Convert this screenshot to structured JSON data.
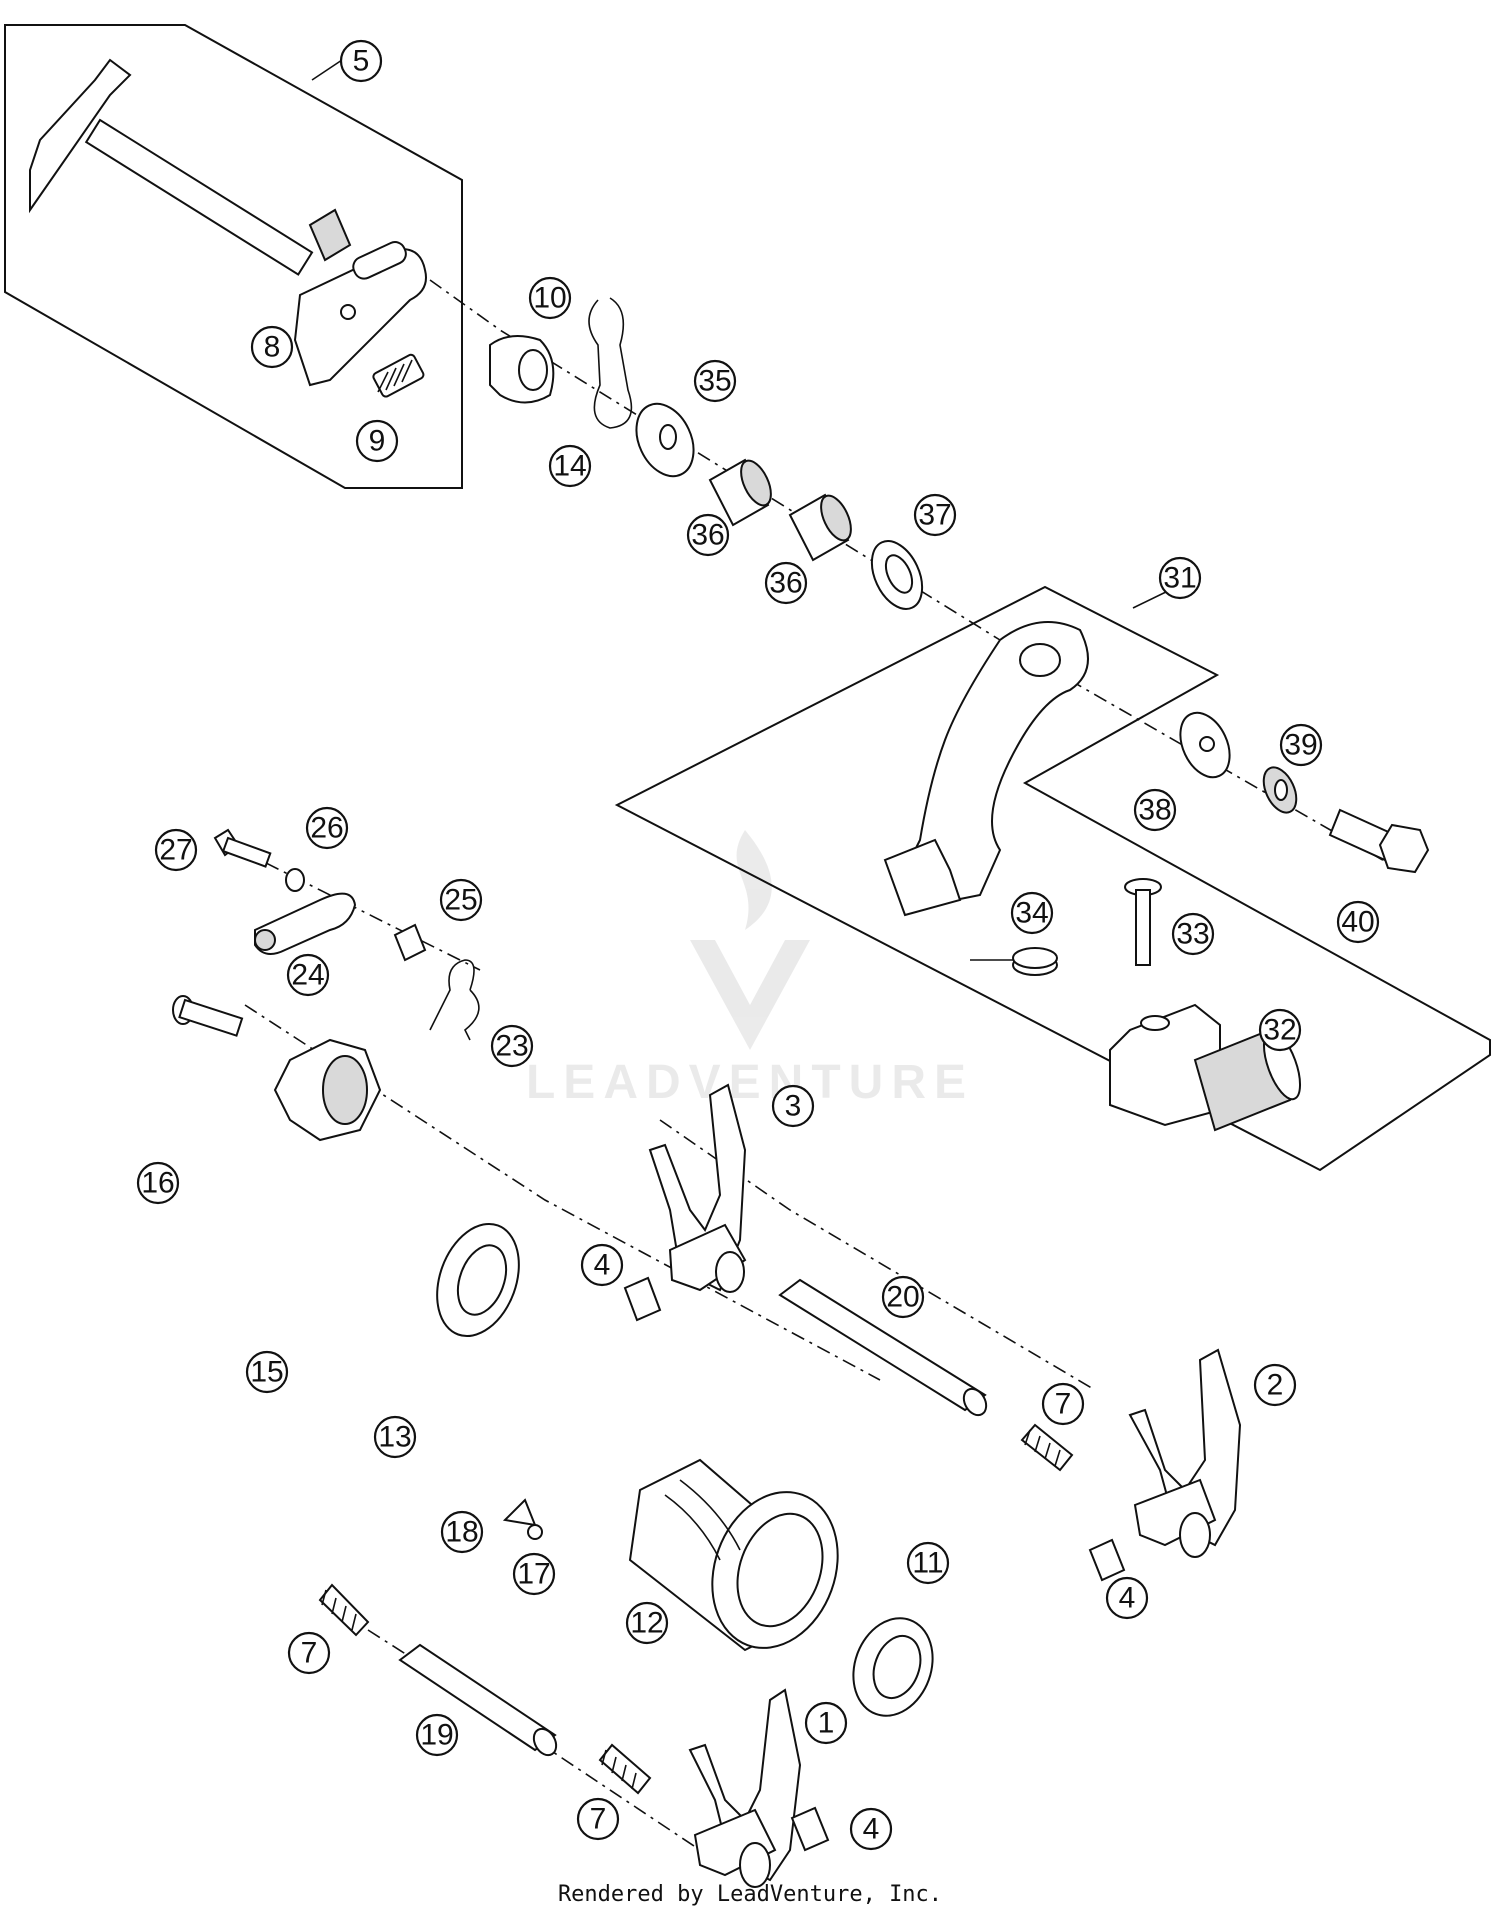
{
  "watermark": {
    "text": "LEADVENTURE"
  },
  "credit": "Rendered by LeadVenture, Inc.",
  "callouts": [
    "5",
    "8",
    "9",
    "10",
    "14",
    "35",
    "36",
    "36",
    "37",
    "31",
    "38",
    "39",
    "40",
    "34",
    "33",
    "32",
    "27",
    "26",
    "25",
    "24",
    "23",
    "3",
    "4",
    "20",
    "16",
    "15",
    "13",
    "2",
    "7",
    "18",
    "17",
    "11",
    "12",
    "4",
    "7",
    "19",
    "1",
    "7",
    "4"
  ]
}
